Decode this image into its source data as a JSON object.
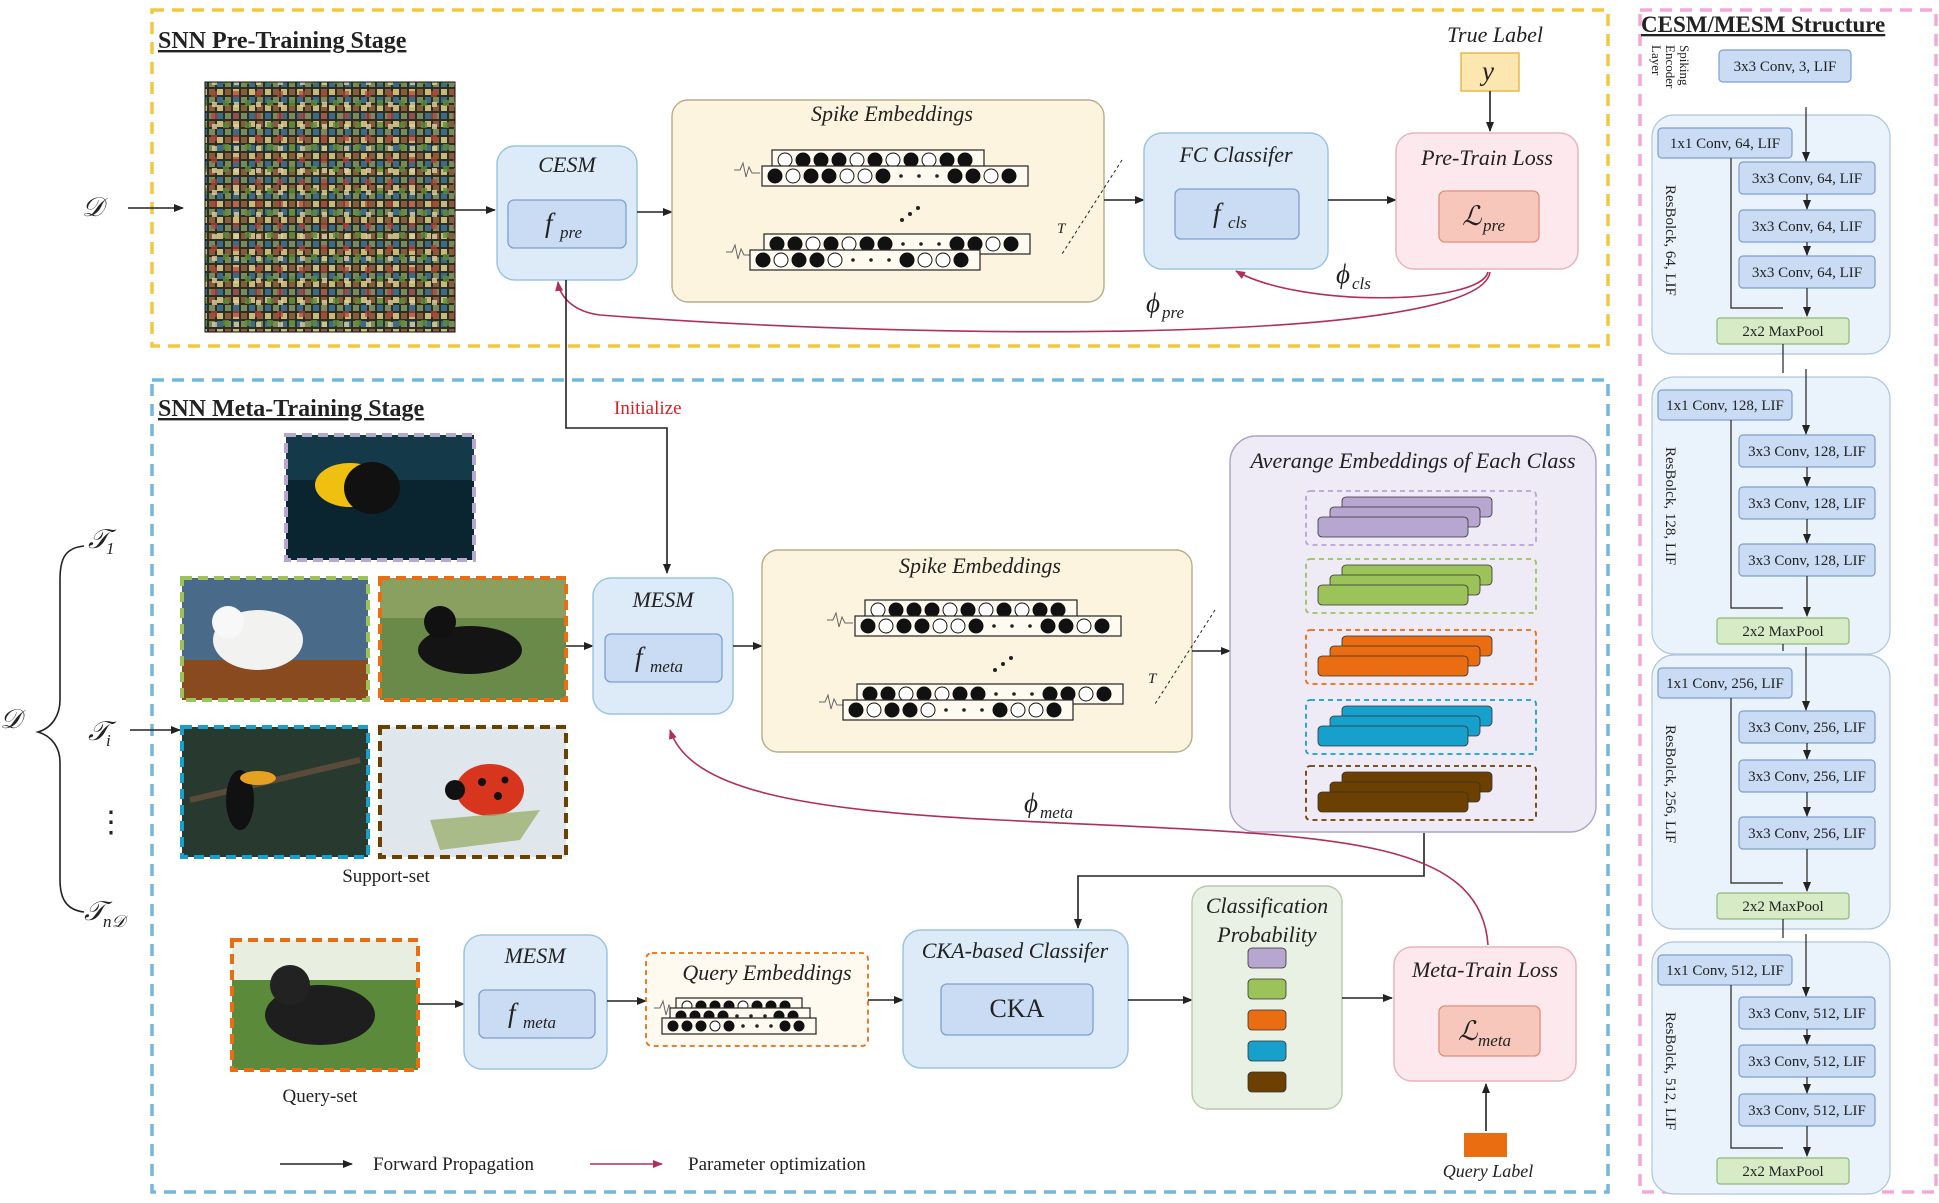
{
  "pretrain": {
    "title": "SNN Pre-Training Stage",
    "dataset_symbol": "𝒟",
    "cesm_label": "CESM",
    "f_pre": "f",
    "f_pre_sub": "pre",
    "spike_title": "Spike Embeddings",
    "T": "T",
    "fc_label": "FC Classifer",
    "f_cls": "f",
    "f_cls_sub": "cls",
    "true_label": "True Label",
    "y": "y",
    "loss_label": "Pre-Train Loss",
    "L_pre": "ℒ",
    "L_pre_sub": "pre",
    "phi_cls": "ϕ",
    "phi_cls_sub": "cls",
    "phi_pre": "ϕ",
    "phi_pre_sub": "pre"
  },
  "meta": {
    "title": "SNN Meta-Training Stage",
    "initialize": "Initialize",
    "dataset_symbol": "𝒟",
    "task_1": "𝒯",
    "task_1_sub": "1",
    "task_i": "𝒯",
    "task_i_sub": "i",
    "task_n": "𝒯",
    "task_n_sub": "n𝒟",
    "dots": "⋮",
    "mesm_label": "MESM",
    "f_meta": "f",
    "f_meta_sub": "meta",
    "spike_title": "Spike Embeddings",
    "T": "T",
    "avg_title": "Averange Embeddings of Each Class",
    "support_label": "Support-set",
    "query_label": "Query-set",
    "mesm2_label": "MESM",
    "query_emb_title": "Query Embeddings",
    "cka_title": "CKA-based Classifer",
    "cka": "CKA",
    "prob_title_1": "Classification",
    "prob_title_2": "Probability",
    "loss_label": "Meta-Train Loss",
    "L_meta": "ℒ",
    "L_meta_sub": "meta",
    "phi_meta": "ϕ",
    "phi_meta_sub": "meta",
    "query_true_label": "Query Label",
    "legend_forward": "Forward Propagation",
    "legend_param": "Parameter optimization"
  },
  "structure": {
    "title": "CESM/MESM Structure",
    "encoder_1": "Spiking",
    "encoder_2": "Encoder",
    "encoder_3": "Layer",
    "encoder_box": "3x3 Conv, 3, LIF",
    "blocks": [
      {
        "side": "ResBolck, 64, LIF",
        "skip": "1x1 Conv, 64, LIF",
        "convs": [
          "3x3 Conv, 64, LIF",
          "3x3 Conv, 64, LIF",
          "3x3 Conv, 64, LIF"
        ],
        "pool": "2x2 MaxPool"
      },
      {
        "side": "ResBolck, 128, LIF",
        "skip": "1x1 Conv, 128, LIF",
        "convs": [
          "3x3 Conv, 128, LIF",
          "3x3 Conv, 128, LIF",
          "3x3 Conv, 128, LIF"
        ],
        "pool": "2x2 MaxPool"
      },
      {
        "side": "ResBolck, 256, LIF",
        "skip": "1x1 Conv, 256, LIF",
        "convs": [
          "3x3 Conv, 256, LIF",
          "3x3 Conv, 256, LIF",
          "3x3 Conv, 256, LIF"
        ],
        "pool": "2x2 MaxPool"
      },
      {
        "side": "ResBolck, 512, LIF",
        "skip": "1x1 Conv, 512, LIF",
        "convs": [
          "3x3 Conv, 512, LIF",
          "3x3 Conv, 512, LIF",
          "3x3 Conv, 512, LIF"
        ],
        "pool": "2x2 MaxPool"
      }
    ]
  },
  "colors": {
    "pretrain_border": "#f2c744",
    "meta_border": "#74b8d8",
    "structure_border": "#f2a8d8",
    "module_fill": "#dcebf7",
    "loss_fill": "#fde8ee",
    "spike_fill": "#fdf4e0",
    "purple": "#b7a6cf",
    "green": "#9cc35a",
    "orange": "#ea6e11",
    "blue": "#16a0cb",
    "brown": "#6b4000",
    "param_arrow": "#b0305a"
  }
}
